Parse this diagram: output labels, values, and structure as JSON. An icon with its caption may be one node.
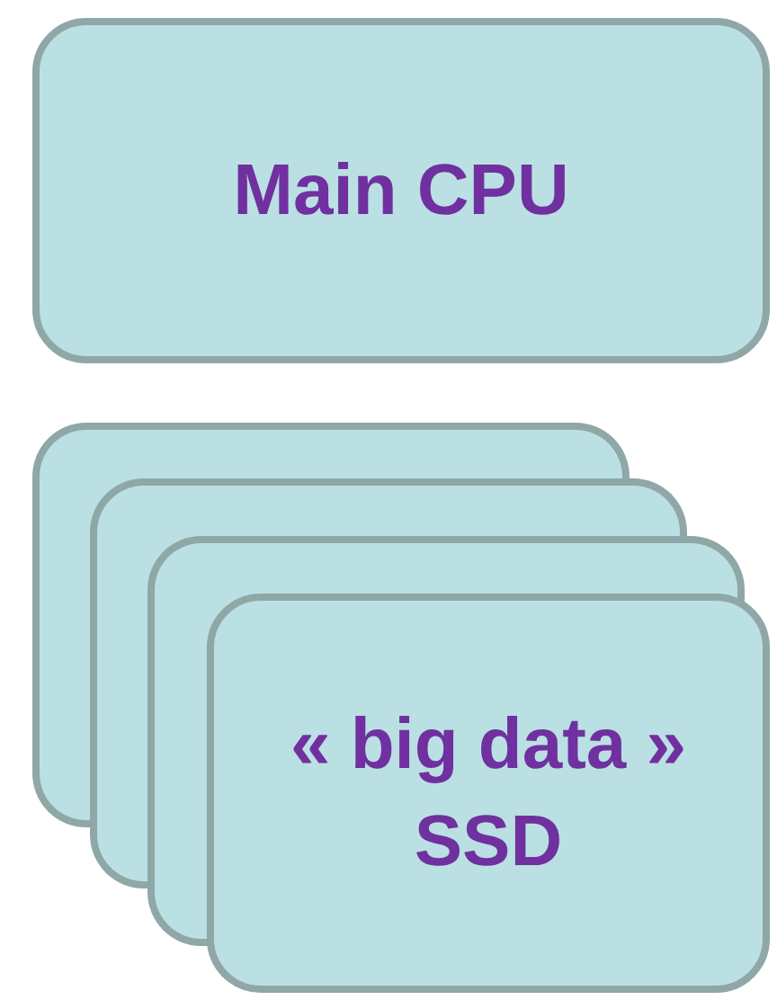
{
  "diagram": {
    "nodes": [
      {
        "text": [
          "Main CPU"
        ]
      },
      {
        "text": [],
        "shape": "box"
      },
      {
        "text": [],
        "shape": "box"
      },
      {
        "text": [],
        "shape": "box"
      },
      {
        "text": [
          "« big data » SSD"
        ]
      }
    ]
  }
}
